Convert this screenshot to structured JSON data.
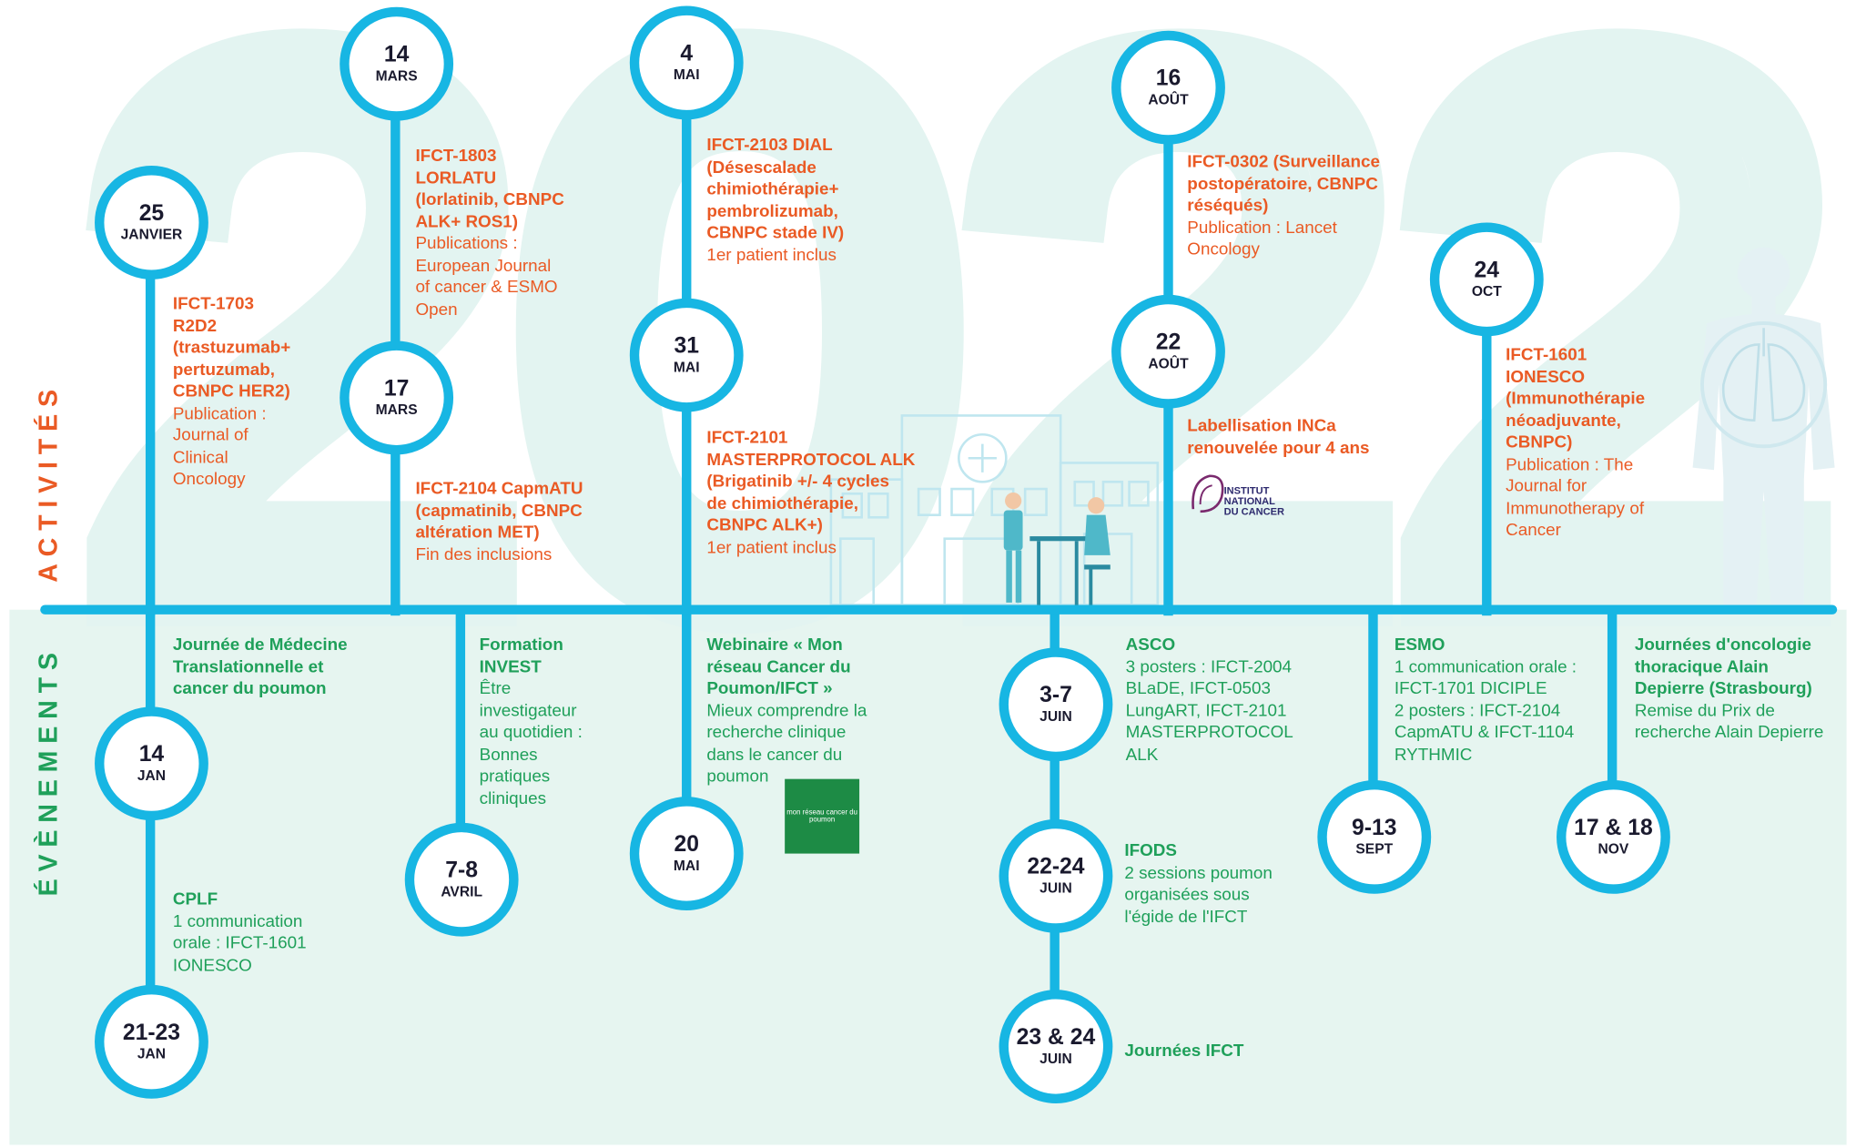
{
  "labels": {
    "activites": "ACTIVITÉS",
    "evenements": "ÉVÈNEMENTS",
    "year": "2022"
  },
  "colors": {
    "accent": "#17b6e3",
    "activity_text": "#ea5a24",
    "event_text": "#1fa05a",
    "event_bg": "#e6f5f0"
  },
  "activities": [
    {
      "day": "25",
      "month": "JANVIER",
      "title": "IFCT-1703\nR2D2\n(trastuzumab+\npertuzumab,\nCBNPC HER2)",
      "body": "Publication :\nJournal of\nClinical\nOncology"
    },
    {
      "day": "14",
      "month": "MARS",
      "title": "IFCT-1803\nLORLATU\n(lorlatinib, CBNPC\nALK+ ROS1)",
      "body": "Publications :\nEuropean Journal\nof cancer & ESMO\nOpen"
    },
    {
      "day": "17",
      "month": "MARS",
      "title": "IFCT-2104 CapmATU\n(capmatinib, CBNPC\naltération MET)",
      "body": "Fin des inclusions"
    },
    {
      "day": "4",
      "month": "MAI",
      "title": "IFCT-2103 DIAL\n(Désescalade\nchimiothérapie+\npembrolizumab,\nCBNPC stade IV)",
      "body": "1er patient inclus"
    },
    {
      "day": "31",
      "month": "MAI",
      "title": "IFCT-2101\nMASTERPROTOCOL ALK\n(Brigatinib +/- 4 cycles\nde chimiothérapie,\nCBNPC ALK+)",
      "body": "1er patient inclus"
    },
    {
      "day": "16",
      "month": "AOÛT",
      "title": "IFCT-0302 (Surveillance\npostopératoire, CBNPC\nréséqués)",
      "body": "Publication : Lancet\nOncology"
    },
    {
      "day": "22",
      "month": "AOÛT",
      "title": "Labellisation INCa\nrenouvelée pour 4 ans",
      "body": "",
      "logo": "INSTITUT NATIONAL DU CANCER"
    },
    {
      "day": "24",
      "month": "OCT",
      "title": "IFCT-1601\nIONESCO\n(Immunothérapie\nnéoadjuvante,\nCBNPC)",
      "body": "Publication : The\nJournal for\nImmunotherapy of\nCancer"
    }
  ],
  "events": [
    {
      "day": "14",
      "month": "JAN",
      "title": "Journée de Médecine\nTranslationnelle et\ncancer du poumon",
      "body": ""
    },
    {
      "day": "21-23",
      "month": "JAN",
      "title": "CPLF",
      "body": "1 communication\norale : IFCT-1601\nIONESCO"
    },
    {
      "day": "7-8",
      "month": "AVRIL",
      "title": "Formation\nINVEST",
      "body": "Être\ninvestigateur\nau quotidien :\nBonnes\npratiques\ncliniques"
    },
    {
      "day": "20",
      "month": "MAI",
      "title": "Webinaire « Mon\nréseau Cancer du\nPoumon/IFCT »",
      "body": "Mieux comprendre la\nrecherche clinique\ndans le cancer du\npoumon",
      "logo": "mon réseau cancer du poumon"
    },
    {
      "day": "3-7",
      "month": "JUIN",
      "title": "ASCO",
      "body": "3 posters : IFCT-2004\nBLaDE, IFCT-0503\nLungART, IFCT-2101\nMASTERPROTOCOL\nALK"
    },
    {
      "day": "22-24",
      "month": "JUIN",
      "title": "IFODS",
      "body": "2 sessions poumon\norganisées sous\nl'égide de l'IFCT"
    },
    {
      "day": "23 & 24",
      "month": "JUIN",
      "title": "Journées IFCT",
      "body": ""
    },
    {
      "day": "9-13",
      "month": "SEPT",
      "title": "ESMO",
      "body": "1 communication orale :\nIFCT-1701 DICIPLE\n2 posters : IFCT-2104\nCapmATU & IFCT-1104\nRYTHMIC"
    },
    {
      "day": "17 & 18",
      "month": "NOV",
      "title": "Journées d'oncologie\nthoracique Alain\nDepierre (Strasbourg)",
      "body": "Remise du Prix de\nrecherche Alain Depierre"
    }
  ]
}
